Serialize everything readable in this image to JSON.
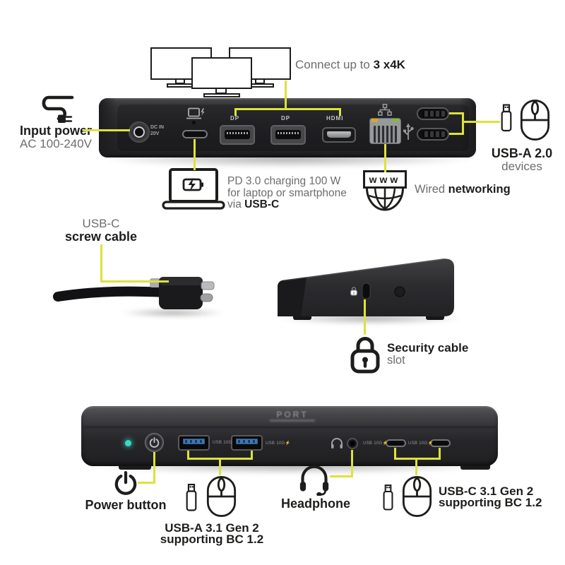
{
  "colors": {
    "accent": "#dde23b",
    "text_dark": "#1d1d1b",
    "text_gray": "#6e6d6d",
    "dock_body": "#2a2a2d",
    "usb3_blue": "#4077b5",
    "led_teal": "#3cd8c5"
  },
  "rear": {
    "connect_prefix": "Connect up to ",
    "connect_bold": "3 x4K",
    "input_power": {
      "title": "Input power",
      "subtitle": "AC 100-240V"
    },
    "ports": {
      "dc_in_l1": "DC IN",
      "dc_in_l2": "20V",
      "dp1": "DP",
      "dp2": "DP",
      "hdmi": "HDMI"
    },
    "pd": {
      "line1": "PD 3.0 charging 100 W",
      "line2": "for laptop or smartphone",
      "line3_prefix": "via ",
      "line3_bold": "USB-C"
    },
    "network": {
      "www": "www",
      "prefix": "Wired ",
      "bold": "networking"
    },
    "usba_devices": {
      "title": "USB-A 2.0",
      "subtitle": "devices"
    }
  },
  "middle": {
    "screw_cable": {
      "line1": "USB-C",
      "line2": "screw cable"
    },
    "security": {
      "title": "Security cable",
      "subtitle": "slot"
    }
  },
  "front": {
    "brand": "PORT",
    "power_label": "Power button",
    "ports": {
      "usba1": "USB 10G",
      "usba2": "USB 10G⚡",
      "usbc1": "USB 10G⚡",
      "usbc2": "USB 10G⚡"
    },
    "headphone_label": "Headphone",
    "usba_gen2": {
      "line1": "USB-A 3.1 Gen 2",
      "line2": "supporting BC 1.2"
    },
    "usbc_gen2": {
      "line1": "USB-C 3.1 Gen 2",
      "line2": "supporting BC 1.2"
    }
  }
}
